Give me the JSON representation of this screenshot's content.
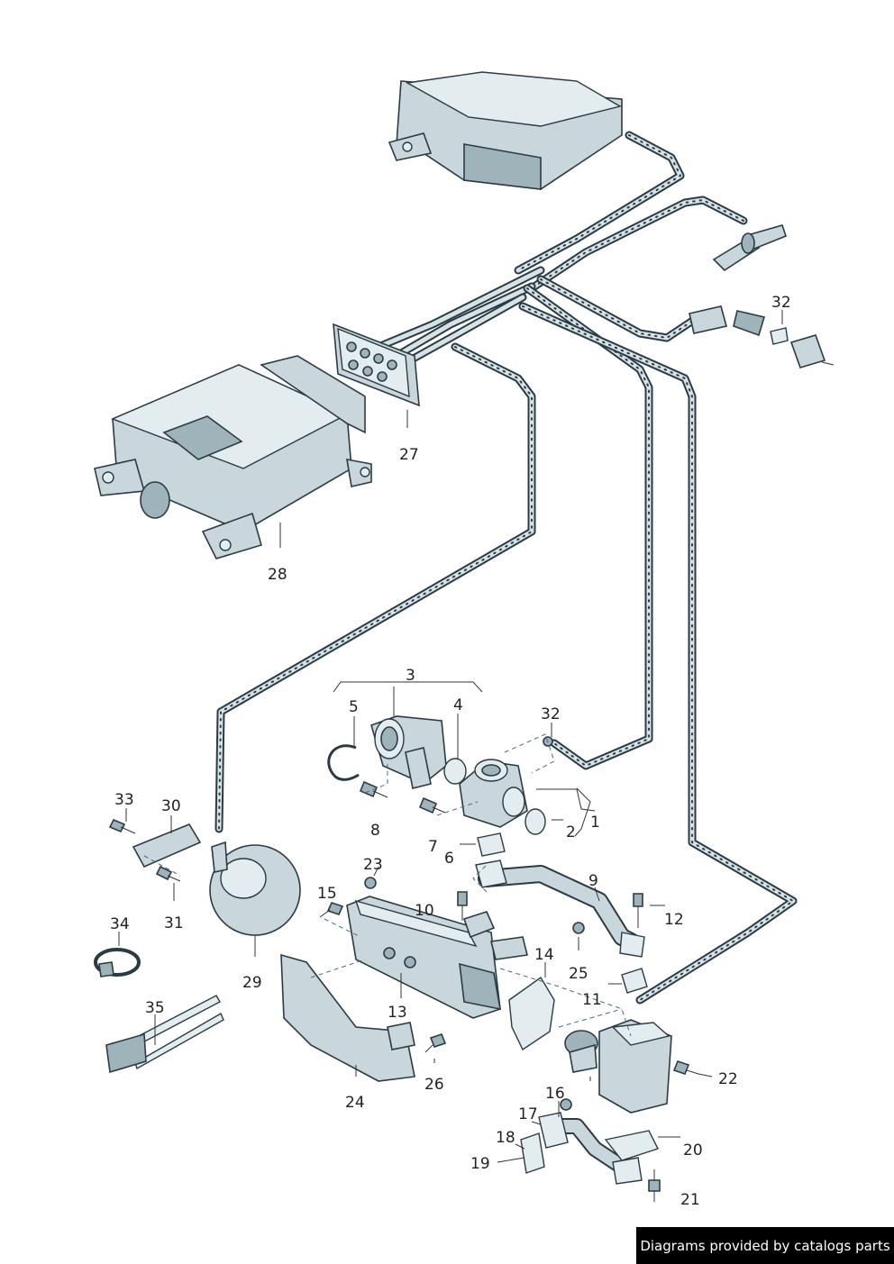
{
  "callouts": {
    "c1": "1",
    "c2": "2",
    "c3": "3",
    "c4": "4",
    "c5": "5",
    "c6": "6",
    "c7": "7",
    "c8": "8",
    "c9": "9",
    "c10": "10",
    "c11": "11",
    "c12": "12",
    "c13": "13",
    "c14": "14",
    "c15": "15",
    "c16": "16",
    "c17": "17",
    "c18": "18",
    "c19": "19",
    "c20": "20",
    "c21": "21",
    "c22": "22",
    "c23": "23",
    "c24": "24",
    "c25": "25",
    "c26": "26",
    "c27": "27",
    "c28": "28",
    "c29": "29",
    "c30": "30",
    "c31": "31",
    "c32a": "32",
    "c32b": "32",
    "c33": "33",
    "c34": "34",
    "c35": "35"
  },
  "footer": {
    "credit": "Diagrams provided by catalogs parts"
  },
  "colors": {
    "part_fill": "#c9d7dc",
    "outline": "#2b3b44",
    "footer_bg": "#000000",
    "footer_text": "#ffffff"
  }
}
